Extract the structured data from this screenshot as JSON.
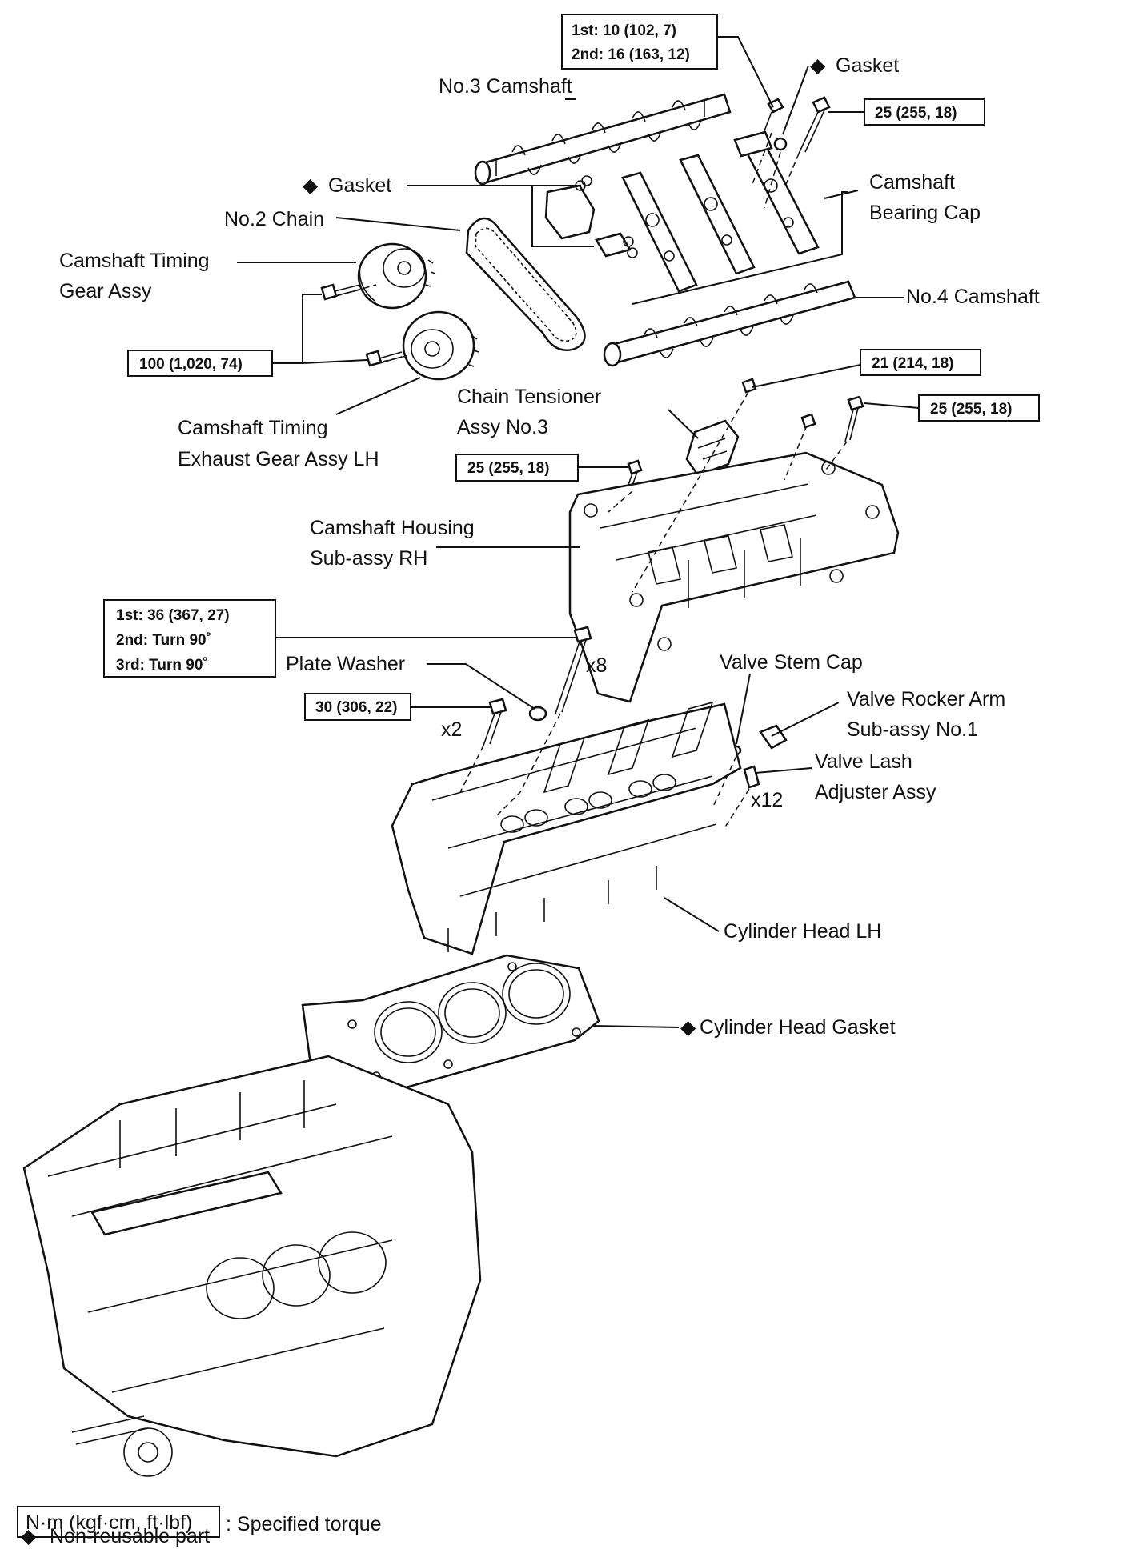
{
  "labels": {
    "no3_camshaft": "No.3 Camshaft",
    "gasket_top": "Gasket",
    "gasket_mid": "Gasket",
    "no2_chain": "No.2 Chain",
    "camshaft_bearing_cap_1": "Camshaft",
    "camshaft_bearing_cap_2": "Bearing Cap",
    "camshaft_timing_gear_1": "Camshaft Timing",
    "camshaft_timing_gear_2": "Gear Assy",
    "no4_camshaft": "No.4 Camshaft",
    "exhaust_gear_1": "Camshaft Timing",
    "exhaust_gear_2": "Exhaust Gear Assy LH",
    "chain_tensioner_1": "Chain Tensioner",
    "chain_tensioner_2": "Assy No.3",
    "camshaft_housing_1": "Camshaft Housing",
    "camshaft_housing_2": "Sub-assy  RH",
    "plate_washer": "Plate Washer",
    "x8": "x8",
    "x2": "x2",
    "valve_stem_cap": "Valve Stem Cap",
    "valve_rocker_arm_1": "Valve Rocker Arm",
    "valve_rocker_arm_2": "Sub-assy  No.1",
    "valve_lash_1": "Valve Lash",
    "valve_lash_2": "Adjuster Assy",
    "x12": "x12",
    "cylinder_head_lh": "Cylinder Head LH",
    "cylinder_head_gasket": "Cylinder Head Gasket"
  },
  "torque": {
    "bearing_cap_1st": "1st: 10 (102, 7)",
    "bearing_cap_2nd": "2nd: 16 (163, 12)",
    "top_right": "25 (255, 18)",
    "timing_gear": "100 (1,020, 74)",
    "tensioner_bolt": "21 (214, 18)",
    "housing_right": "25 (255, 18)",
    "housing_left": "25 (255, 18)",
    "head_bolt_1st": "1st: 36 (367, 27)",
    "head_bolt_2nd": "2nd: Turn 90˚",
    "head_bolt_3rd": "3rd: Turn 90˚",
    "small_bolt": "30 (306, 22)"
  },
  "legend": {
    "torque_unit": "N·m (kgf·cm, ft·lbf)",
    "torque_desc": ": Specified torque",
    "non_reusable": "Non-reusable part"
  },
  "symbols": {
    "non_reusable_marker": "◆"
  }
}
